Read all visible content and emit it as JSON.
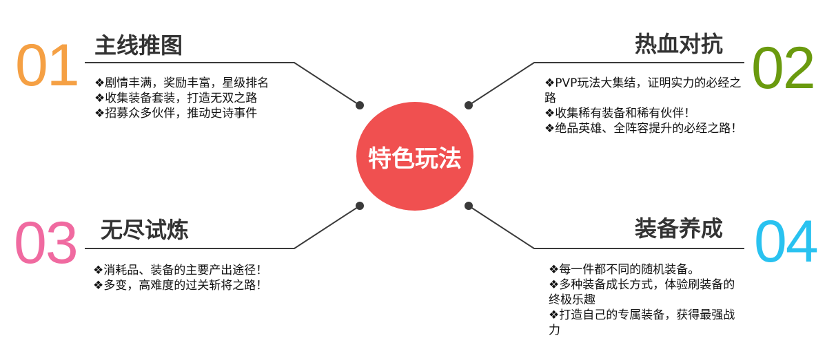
{
  "center": {
    "label": "特色玩法",
    "color": "#f05050"
  },
  "sections": [
    {
      "number": "01",
      "number_color": "#f5a044",
      "title": "主线推图",
      "items": [
        "❖剧情丰满，奖励丰富，星级排名",
        "❖收集装备套装，打造无双之路",
        "❖招募众多伙伴，推动史诗事件"
      ]
    },
    {
      "number": "02",
      "number_color": "#6a9a0e",
      "title": "热血对抗",
      "items": [
        "❖PVP玩法大集结，证明实力的必经之路",
        "❖收集稀有装备和稀有伙伴！",
        "❖绝品英雄、全阵容提升的必经之路！"
      ]
    },
    {
      "number": "03",
      "number_color": "#f06aa0",
      "title": "无尽试炼",
      "items": [
        "❖消耗品、装备的主要产出途径！",
        "❖多变，高难度的过关斩将之路！"
      ]
    },
    {
      "number": "04",
      "number_color": "#29c2f0",
      "title": "装备养成",
      "items": [
        "❖每一件都不同的随机装备。",
        "❖多种装备成长方式，体验刷装备的终极乐趣",
        "❖打造自己的专属装备，获得最强战力"
      ]
    }
  ]
}
